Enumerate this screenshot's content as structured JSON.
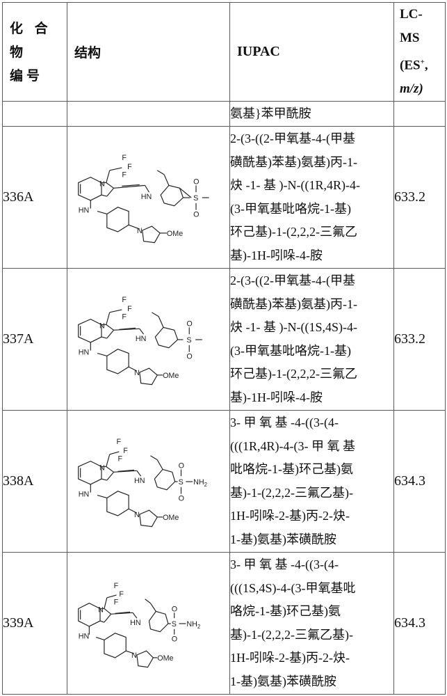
{
  "table": {
    "headers": {
      "compound_no": "化合物编号",
      "compound_no_line1": "化 合 物",
      "compound_no_line2": "编号",
      "structure": "结构",
      "iupac": "IUPAC",
      "lcms_line1": "LC-",
      "lcms_line2": "MS",
      "lcms_line3": "(ES",
      "lcms_sup": "+",
      "lcms_line3_end": ",",
      "lcms_line4": "m/z)"
    },
    "continuation_row": {
      "compound_no": "",
      "structure": "",
      "iupac": "氨基}苯甲酰胺",
      "lcms": ""
    },
    "rows": [
      {
        "compound_no": "336A",
        "structure_icon": "chemical-structure-336A",
        "structure_labels": {
          "f": "F",
          "n1": "N",
          "hn_aryl": "HN",
          "hn_cyclo": "HN",
          "n_pyr": "N",
          "ome": "OMe",
          "s": "S",
          "o": "O",
          "group": "SO2Me"
        },
        "iupac_lines": [
          "2-(3-((2-甲氧基-4-(甲基",
          "磺酰基)苯基)氨基)丙-1-",
          "炔 -1- 基 )-N-((1R,4R)-4-",
          "(3-甲氧基吡咯烷-1-基)",
          "环己基)-1-(2,2,2-三氟乙",
          "基)-1H-吲哚-4-胺"
        ],
        "lcms": "633.2"
      },
      {
        "compound_no": "337A",
        "structure_icon": "chemical-structure-337A",
        "structure_labels": {
          "f": "F",
          "n1": "N",
          "hn_aryl": "HN",
          "hn_cyclo": "HN",
          "n_pyr": "N",
          "ome": "OMe",
          "s": "S",
          "o": "O",
          "group": "SO2Me"
        },
        "iupac_lines": [
          "2-(3-((2-甲氧基-4-(甲基",
          "磺酰基)苯基)氨基)丙-1-",
          "炔 -1- 基 )-N-((1S,4S)-4-",
          "(3-甲氧基吡咯烷-1-基)",
          "环己基)-1-(2,2,2-三氟乙",
          "基)-1H-吲哚-4-胺"
        ],
        "lcms": "633.2"
      },
      {
        "compound_no": "338A",
        "structure_icon": "chemical-structure-338A",
        "structure_labels": {
          "f": "F",
          "n1": "N",
          "hn_aryl": "HN",
          "hn_cyclo": "HN",
          "n_pyr": "N",
          "ome": "OMe",
          "s": "S",
          "o": "O",
          "group": "NH2"
        },
        "iupac_lines": [
          "3- 甲 氧 基 -4-((3-(4-",
          "(((1R,4R)-4-(3- 甲 氧 基",
          "吡咯烷-1-基)环己基)氨",
          "基)-1-(2,2,2-三氟乙基)-",
          "1H-吲哚-2-基)丙-2-炔-",
          "1-基)氨基)苯磺酰胺"
        ],
        "lcms": "634.3"
      },
      {
        "compound_no": "339A",
        "structure_icon": "chemical-structure-339A",
        "structure_labels": {
          "f": "F",
          "n1": "N",
          "hn_aryl": "HN",
          "hn_cyclo": "HN",
          "n_pyr": "N",
          "ome": "OMe",
          "s": "S",
          "o": "O",
          "group": "NH2"
        },
        "iupac_lines": [
          "3- 甲 氧 基 -4-((3-(4-",
          "(((1S,4S)-4-(3-甲氧基吡",
          "咯烷-1-基)环己基)氨",
          "基)-1-(2,2,2-三氟乙基)-",
          "1H-吲哚-2-基)丙-2-炔-",
          "1-基)氨基)苯磺酰胺"
        ],
        "lcms": "634.3"
      }
    ]
  }
}
